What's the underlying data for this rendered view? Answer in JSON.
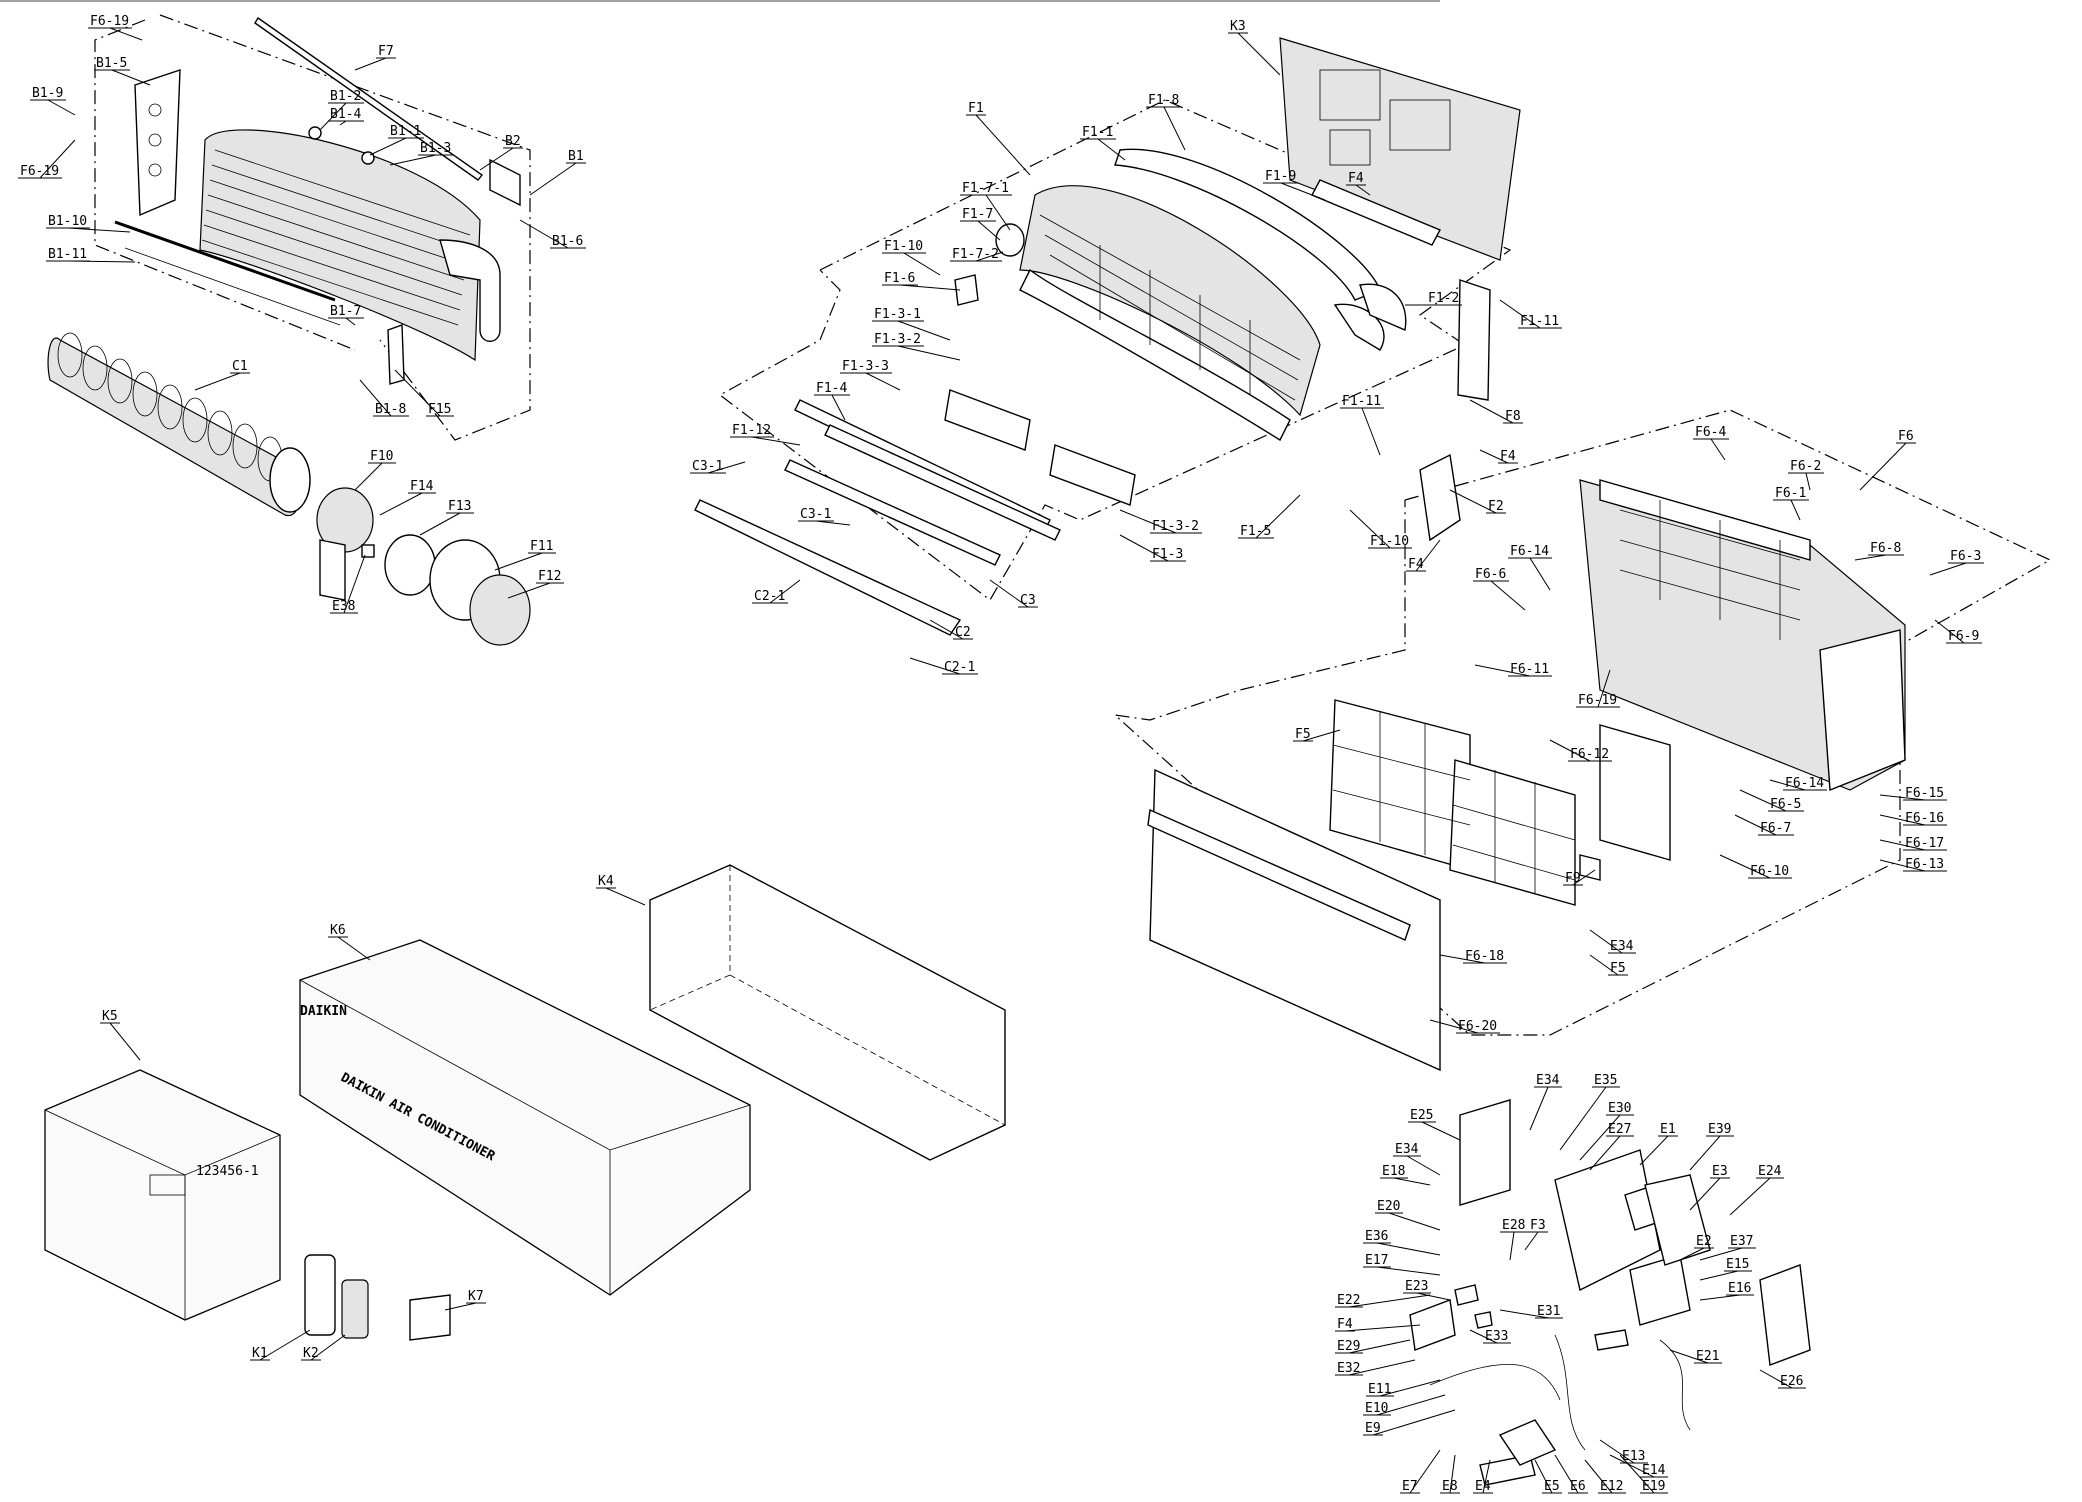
{
  "labels": {
    "F6_19_a": "F6-19",
    "F7": "F7",
    "B1_5": "B1-5",
    "B1_9": "B1-9",
    "F6_19_b": "F6-19",
    "B1_2": "B1-2",
    "B1_4": "B1-4",
    "B1_1": "B1-1",
    "B1_3": "B1-3",
    "B2": "B2",
    "B1": "B1",
    "B1_6": "B1-6",
    "B1_10": "B1-10",
    "B1_11": "B1-11",
    "B1_7": "B1-7",
    "B1_8": "B1-8",
    "F15": "F15",
    "C1": "C1",
    "F10": "F10",
    "F14": "F14",
    "F13": "F13",
    "F11": "F11",
    "F12": "F12",
    "E38": "E38",
    "F1": "F1",
    "F1_1": "F1-1",
    "F1_8": "F1-8",
    "F1_7_1": "F1-7-1",
    "F1_7": "F1-7",
    "F1_7_2": "F1-7-2",
    "F1_10": "F1-10",
    "F1_6": "F1-6",
    "F1_3_1": "F1-3-1",
    "F1_3_2_a": "F1-3-2",
    "F1_3_3": "F1-3-3",
    "F1_4": "F1-4",
    "F1_12": "F1-12",
    "C3_1_a": "C3-1",
    "C3_1_b": "C3-1",
    "C2_1_a": "C2-1",
    "C2": "C2",
    "C2_1_b": "C2-1",
    "C3": "C3",
    "F1_3": "F1-3",
    "F1_3_2_b": "F1-3-2",
    "F1_5": "F1-5",
    "F1_10_b": "F1-10",
    "F1_11_a": "F1-11",
    "F2": "F2",
    "F4_a": "F4",
    "F4_b": "F4",
    "F8": "F8",
    "F1_2": "F1-2",
    "F1_11_b": "F1-11",
    "F1_9": "F1-9",
    "F4_c": "F4",
    "K3": "K3",
    "F6": "F6",
    "F6_4": "F6-4",
    "F6_2": "F6-2",
    "F6_1": "F6-1",
    "F6_8": "F6-8",
    "F6_3": "F6-3",
    "F6_9": "F6-9",
    "F6_14_a": "F6-14",
    "F6_6": "F6-6",
    "F6_11": "F6-11",
    "F6_19_c": "F6-19",
    "F6_12": "F6-12",
    "F5_a": "F5",
    "F6_14_b": "F6-14",
    "F6_5": "F6-5",
    "F6_7": "F6-7",
    "F6_10": "F6-10",
    "F6_15": "F6-15",
    "F6_16": "F6-16",
    "F6_17": "F6-17",
    "F6_13": "F6-13",
    "F9": "F9",
    "E34_a": "E34",
    "F5_b": "F5",
    "F6_18": "F6-18",
    "F6_20": "F6-20",
    "K4": "K4",
    "K6": "K6",
    "K5": "K5",
    "K7": "K7",
    "K1": "K1",
    "K2": "K2",
    "E34_b": "E34",
    "E35": "E35",
    "E25": "E25",
    "E30": "E30",
    "E27": "E27",
    "E1": "E1",
    "E39": "E39",
    "E34_c": "E34",
    "E18": "E18",
    "E3": "E3",
    "E24": "E24",
    "E20": "E20",
    "E28": "E28",
    "F3": "F3",
    "E2": "E2",
    "E37": "E37",
    "E36": "E36",
    "E15": "E15",
    "E17": "E17",
    "E16": "E16",
    "E23": "E23",
    "E22": "E22",
    "E31": "E31",
    "F4_d": "F4",
    "E33": "E33",
    "E29": "E29",
    "E21": "E21",
    "E32": "E32",
    "E26": "E26",
    "E11": "E11",
    "E10": "E10",
    "E9": "E9",
    "E13": "E13",
    "E14": "E14",
    "E7": "E7",
    "E8": "E8",
    "E4": "E4",
    "E5": "E5",
    "E6": "E6",
    "E12": "E12",
    "E19": "E19"
  },
  "box_print": {
    "brand": "DAIKIN",
    "side_text_1": "DAIKIN AIR CONDITIONER",
    "display_text": "123456-1"
  }
}
